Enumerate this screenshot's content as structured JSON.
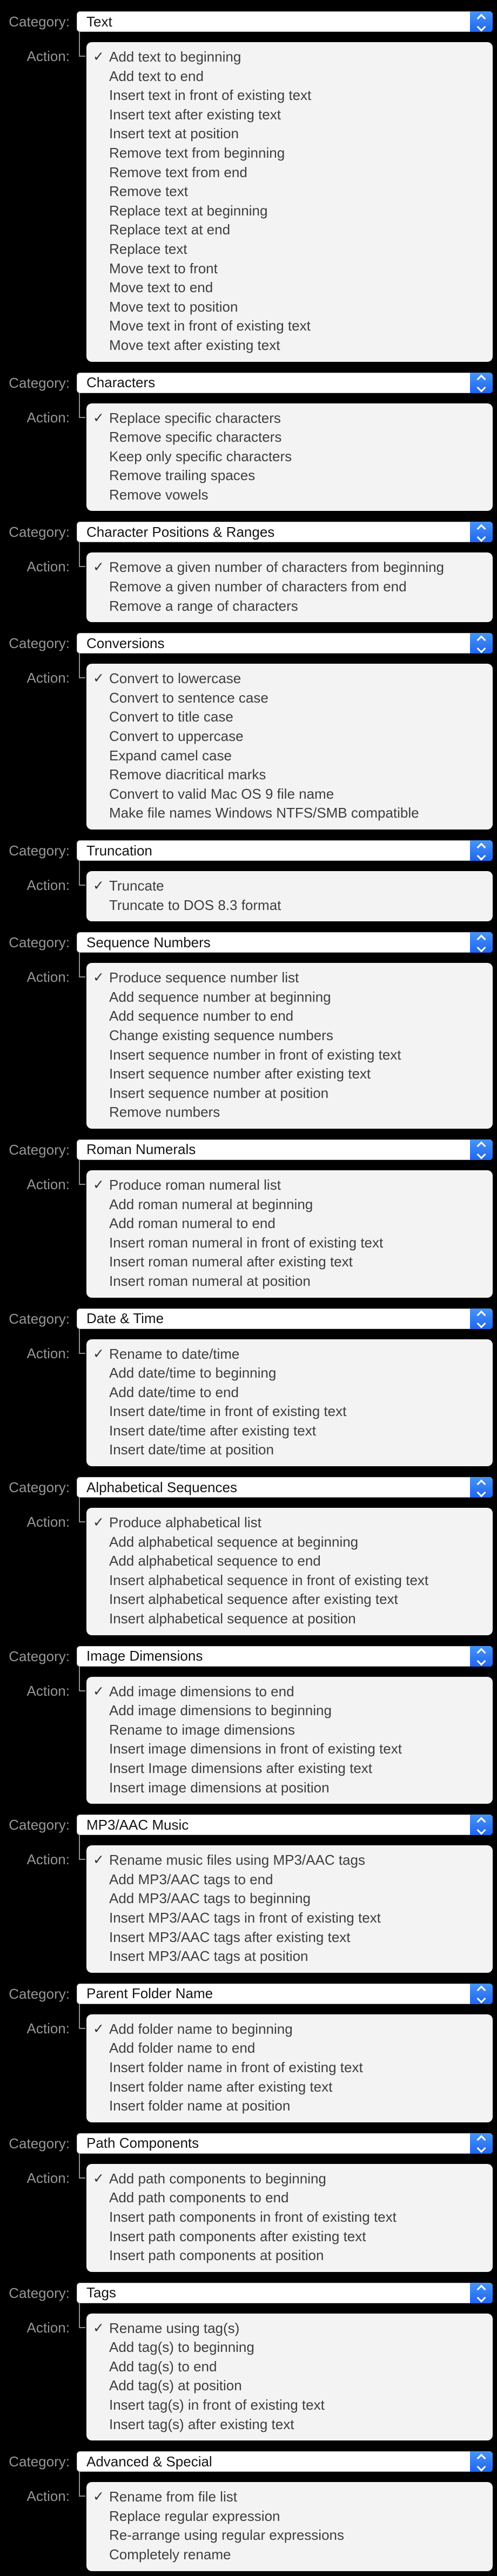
{
  "labels": {
    "category": "Category:",
    "action": "Action:"
  },
  "icons": {
    "checkmark": "✓",
    "stepper": "up-down-chevrons"
  },
  "colors": {
    "background": "#000000",
    "accent_blue": "#2e7bf3",
    "panel_gray": "#f3f3f3",
    "select_white": "#ffffff",
    "label_gray": "#969696"
  },
  "sections": [
    {
      "category": "Text",
      "checked_index": 0,
      "actions": [
        "Add text to beginning",
        "Add text to end",
        "Insert text in front of existing text",
        "Insert text after existing text",
        "Insert text at position",
        "Remove text from beginning",
        "Remove text from end",
        "Remove text",
        "Replace text at beginning",
        "Replace text at end",
        "Replace text",
        "Move text to front",
        "Move text to end",
        "Move text to position",
        "Move text in front of existing text",
        "Move text after existing text"
      ]
    },
    {
      "category": "Characters",
      "checked_index": 0,
      "actions": [
        "Replace specific characters",
        "Remove specific characters",
        "Keep only specific characters",
        "Remove trailing spaces",
        "Remove vowels"
      ]
    },
    {
      "category": "Character Positions & Ranges",
      "checked_index": 0,
      "actions": [
        "Remove a given number of characters from beginning",
        "Remove a given number of characters from end",
        "Remove a range of characters"
      ]
    },
    {
      "category": "Conversions",
      "checked_index": 0,
      "actions": [
        "Convert to lowercase",
        "Convert to sentence case",
        "Convert to title case",
        "Convert to uppercase",
        "Expand camel case",
        "Remove diacritical marks",
        "Convert to valid Mac OS 9 file name",
        "Make file names Windows NTFS/SMB compatible"
      ]
    },
    {
      "category": "Truncation",
      "checked_index": 0,
      "actions": [
        "Truncate",
        "Truncate to DOS 8.3 format"
      ]
    },
    {
      "category": "Sequence Numbers",
      "checked_index": 0,
      "actions": [
        "Produce sequence number list",
        "Add sequence number at beginning",
        "Add sequence number to end",
        "Change existing sequence numbers",
        "Insert sequence number in front of existing text",
        "Insert sequence number after existing text",
        "Insert sequence number at position",
        "Remove numbers"
      ]
    },
    {
      "category": "Roman Numerals",
      "checked_index": 0,
      "actions": [
        "Produce roman numeral list",
        "Add roman numeral at beginning",
        "Add roman numeral to end",
        "Insert roman numeral in front of existing text",
        "Insert roman numeral after existing text",
        "Insert roman numeral at position"
      ]
    },
    {
      "category": "Date & Time",
      "checked_index": 0,
      "actions": [
        "Rename to date/time",
        "Add date/time to beginning",
        "Add date/time to end",
        "Insert date/time in front of existing text",
        "Insert date/time after existing text",
        "Insert date/time at position"
      ]
    },
    {
      "category": "Alphabetical Sequences",
      "checked_index": 0,
      "actions": [
        "Produce alphabetical list",
        "Add alphabetical sequence at beginning",
        "Add alphabetical sequence to end",
        "Insert alphabetical sequence in front of existing text",
        "Insert alphabetical sequence after existing text",
        "Insert alphabetical sequence at position"
      ]
    },
    {
      "category": "Image Dimensions",
      "checked_index": 0,
      "actions": [
        "Add image dimensions to end",
        "Add image dimensions to beginning",
        "Rename to image dimensions",
        "Insert image dimensions in front of existing text",
        "Insert Image dimensions after existing text",
        "Insert image dimensions at position"
      ]
    },
    {
      "category": "MP3/AAC Music",
      "checked_index": 0,
      "actions": [
        "Rename music files using MP3/AAC tags",
        "Add MP3/AAC tags to end",
        "Add MP3/AAC tags to beginning",
        "Insert MP3/AAC tags in front of existing text",
        "Insert MP3/AAC tags after existing text",
        "Insert MP3/AAC tags at position"
      ]
    },
    {
      "category": "Parent Folder Name",
      "checked_index": 0,
      "actions": [
        "Add folder name to beginning",
        "Add folder name to end",
        "Insert folder name in front of existing text",
        "Insert folder name after existing text",
        "Insert folder name at position"
      ]
    },
    {
      "category": "Path Components",
      "checked_index": 0,
      "actions": [
        "Add path components to beginning",
        "Add path components to end",
        "Insert path components in front of existing text",
        "Insert path components after existing text",
        "Insert path components at position"
      ]
    },
    {
      "category": "Tags",
      "checked_index": 0,
      "actions": [
        "Rename using tag(s)",
        "Add tag(s) to beginning",
        "Add tag(s) to end",
        "Add tag(s) at position",
        "Insert tag(s) in front of existing text",
        "Insert tag(s) after existing text"
      ]
    },
    {
      "category": "Advanced & Special",
      "checked_index": 0,
      "actions": [
        "Rename from file list",
        "Replace regular expression",
        "Re-arrange using regular expressions",
        "Completely rename"
      ]
    }
  ]
}
